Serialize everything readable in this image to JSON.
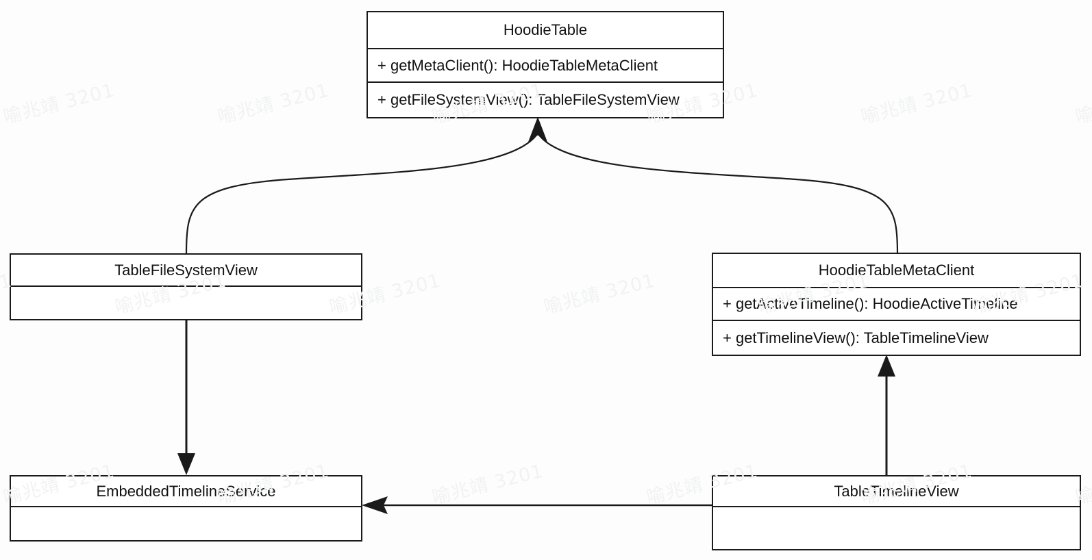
{
  "diagram": {
    "kind": "uml-class-diagram",
    "background_color": "#fdfdfd",
    "line_color": "#1a1a1a",
    "text_color": "#111111"
  },
  "watermark": {
    "text": "喻兆靖 3201",
    "color": "#f1f2f2"
  },
  "classes": {
    "hoodie_table": {
      "name": "HoodieTable",
      "members": [
        "+ getMetaClient(): HoodieTableMetaClient",
        "+ getFileSystemView(): TableFileSystemView"
      ]
    },
    "table_file_system_view": {
      "name": "TableFileSystemView",
      "members": []
    },
    "hoodie_table_meta_client": {
      "name": "HoodieTableMetaClient",
      "members": [
        "+ getActiveTimeline(): HoodieActiveTimeline",
        "+ getTimelineView(): TableTimelineView"
      ]
    },
    "embedded_timeline_service": {
      "name": "EmbeddedTimelineService",
      "members": []
    },
    "table_timeline_view": {
      "name": "TableTimelineView",
      "members": []
    }
  },
  "relationships": [
    {
      "name": "table-file-system-view-to-hoodie-table",
      "from": "TableFileSystemView",
      "to": "HoodieTable",
      "style": "curved",
      "arrow": "open-triangle"
    },
    {
      "name": "hoodie-table-meta-client-to-hoodie-table",
      "from": "HoodieTableMetaClient",
      "to": "HoodieTable",
      "style": "curved",
      "arrow": "open-triangle"
    },
    {
      "name": "table-file-system-view-to-embedded-timeline-service",
      "from": "TableFileSystemView",
      "to": "EmbeddedTimelineService",
      "style": "straight",
      "arrow": "solid-triangle"
    },
    {
      "name": "table-timeline-view-to-hoodie-table-meta-client",
      "from": "TableTimelineView",
      "to": "HoodieTableMetaClient",
      "style": "straight",
      "arrow": "solid-triangle"
    },
    {
      "name": "table-timeline-view-to-embedded-timeline-service",
      "from": "TableTimelineView",
      "to": "EmbeddedTimelineService",
      "style": "straight",
      "arrow": "open-arrow"
    }
  ]
}
